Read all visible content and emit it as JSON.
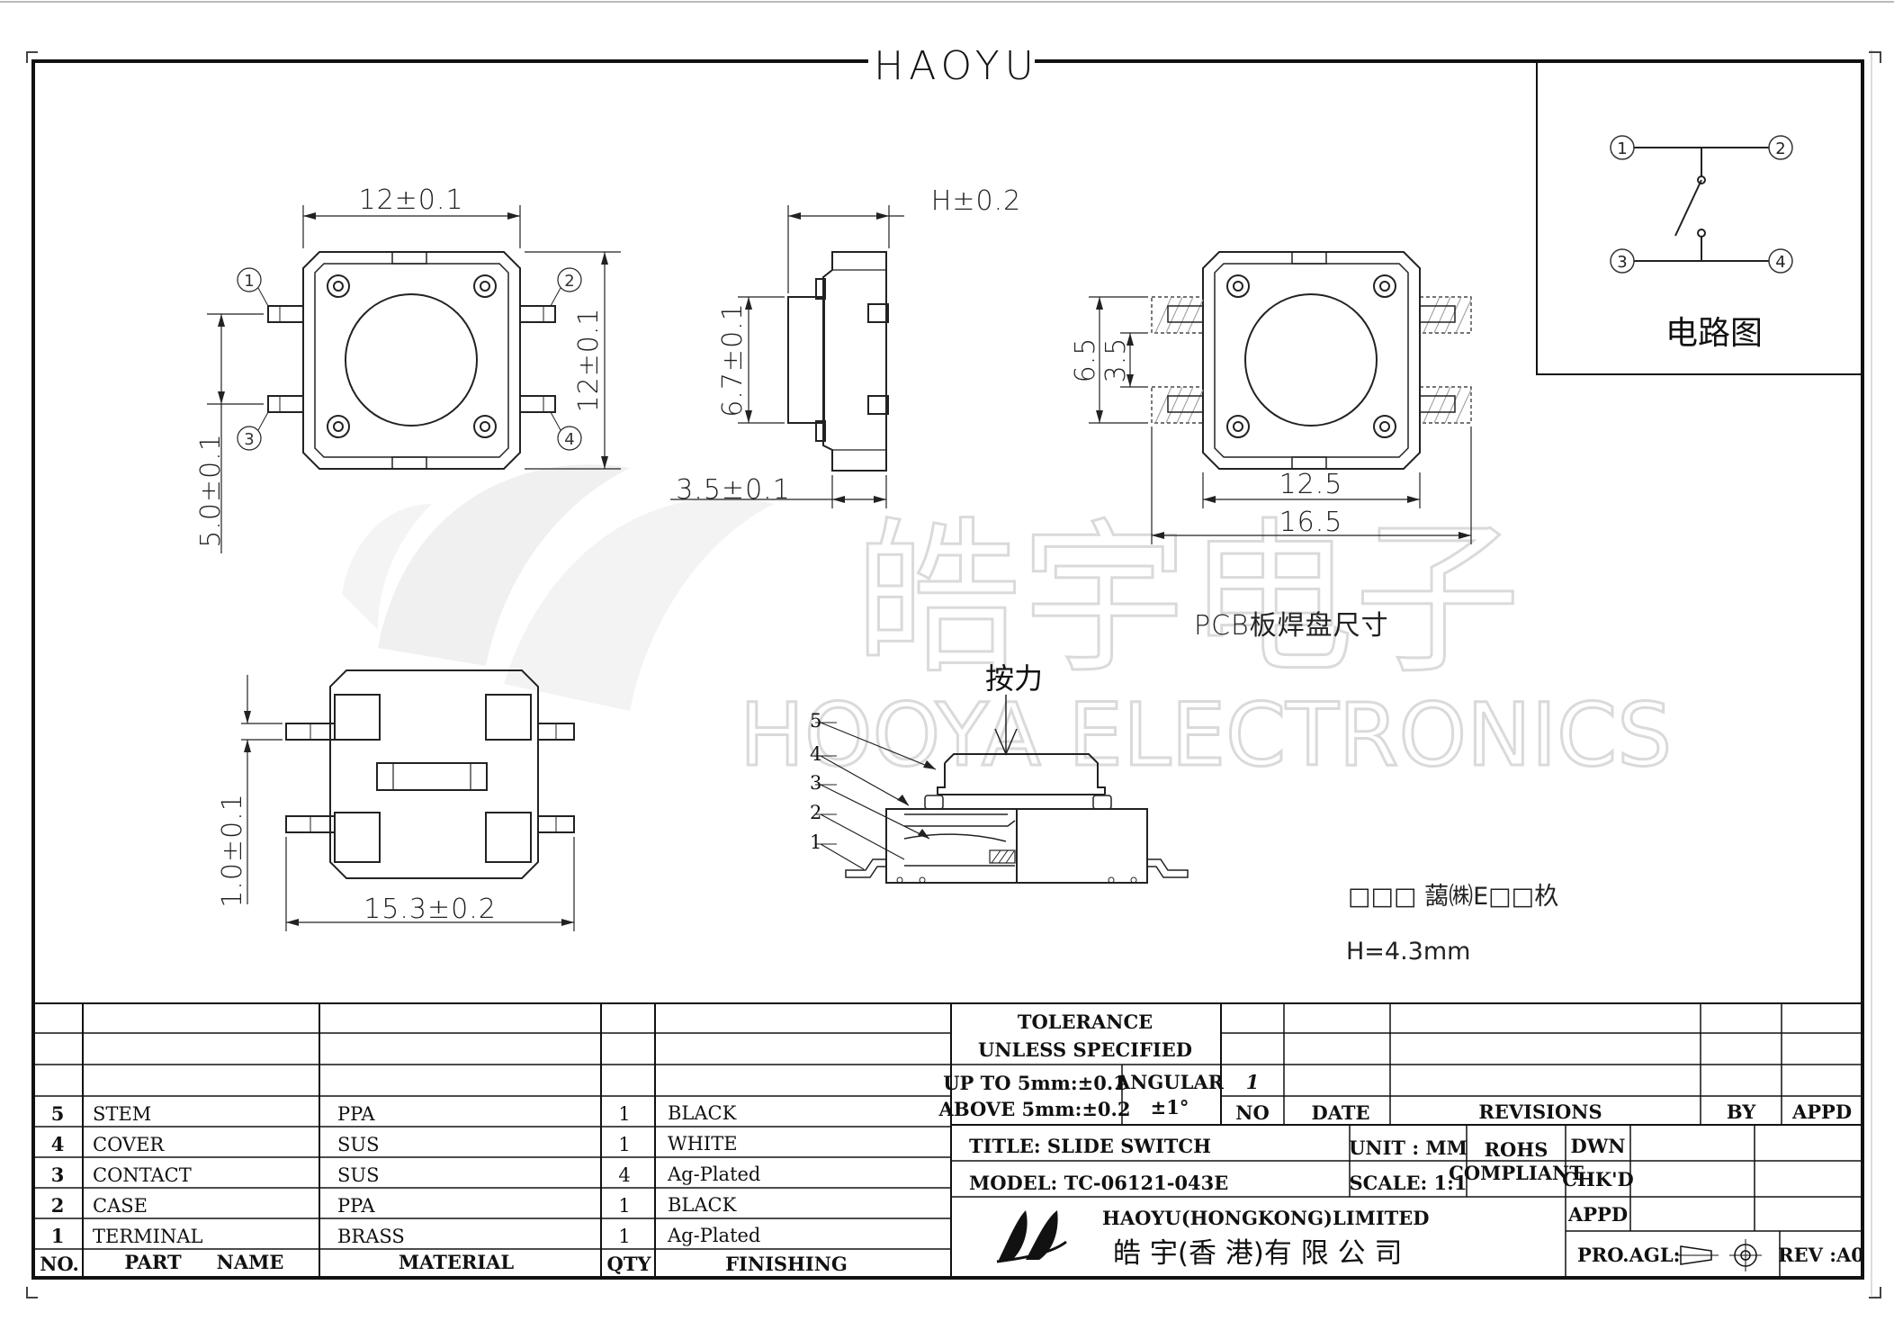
{
  "header": {
    "brand": "HAOYU"
  },
  "circuit": {
    "title": "电路图",
    "pins": [
      "1",
      "2",
      "3",
      "4"
    ]
  },
  "watermark": {
    "chinese": "皓宇电子",
    "english": "HOOYA ELECTRONICS"
  },
  "views": {
    "top": {
      "width_dim": "12±0.1",
      "height_dim": "12±0.1",
      "pin_pitch_dim": "5.0±0.1",
      "pins": [
        "1",
        "2",
        "3",
        "4"
      ]
    },
    "side": {
      "height_dim": "H±0.2",
      "stem_dim": "6.7±0.1",
      "body_dim": "3.5±0.1"
    },
    "pcb": {
      "dim_65": "6.5",
      "dim_35": "3.5",
      "dim_125": "12.5",
      "dim_165": "16.5",
      "label": "PCB板焊盘尺寸"
    },
    "bottom": {
      "pin_dim": "1.0±0.1",
      "width_dim": "15.3±0.2"
    },
    "section": {
      "force_label": "按力",
      "callouts": [
        "5",
        "4",
        "3",
        "2",
        "1"
      ]
    }
  },
  "notes": {
    "garbled": "□□□    藹㈱E□□杦",
    "height": "H=4.3mm"
  },
  "bom": {
    "headers": {
      "no": "NO.",
      "part": "PART",
      "name": "NAME",
      "material": "MATERIAL",
      "qty": "QTY",
      "finishing": "FINISHING"
    },
    "rows": [
      {
        "no": "5",
        "part": "STEM",
        "material": "PPA",
        "qty": "1",
        "finishing": "BLACK"
      },
      {
        "no": "4",
        "part": "COVER",
        "material": "SUS",
        "qty": "1",
        "finishing": "WHITE"
      },
      {
        "no": "3",
        "part": "CONTACT",
        "material": "SUS",
        "qty": "4",
        "finishing": "Ag-Plated"
      },
      {
        "no": "2",
        "part": "CASE",
        "material": "PPA",
        "qty": "1",
        "finishing": "BLACK"
      },
      {
        "no": "1",
        "part": "TERMINAL",
        "material": "BRASS",
        "qty": "1",
        "finishing": "Ag-Plated"
      }
    ]
  },
  "tolerance": {
    "title_line1": "TOLERANCE",
    "title_line2": "UNLESS   SPECIFIED",
    "up_to": "UP TO 5mm:±0.1",
    "above": "ABOVE 5mm:±0.2",
    "angular_label": "ANGULAR",
    "angular_value": "±1°"
  },
  "revisions": {
    "first_no": "1",
    "headers": {
      "no": "NO",
      "date": "DATE",
      "revisions": "REVISIONS",
      "by": "BY",
      "appd": "APPD"
    }
  },
  "title_block": {
    "title": "TITLE: SLIDE SWITCH",
    "model": "MODEL: TC-06121-043E",
    "unit": "UNIT :  MM",
    "scale": "SCALE:  1:1",
    "rohs_line1": "ROHS",
    "rohs_line2": "COMPLIANT",
    "dwn": "DWN",
    "chkd": "CHK'D",
    "appd": "APPD",
    "company_en": "HAOYU(HONGKONG)LIMITED",
    "company_cn": "皓 宇(香 港)有 限 公 司",
    "pro_agl": "PRO.AGL:",
    "rev": "REV :A0"
  }
}
